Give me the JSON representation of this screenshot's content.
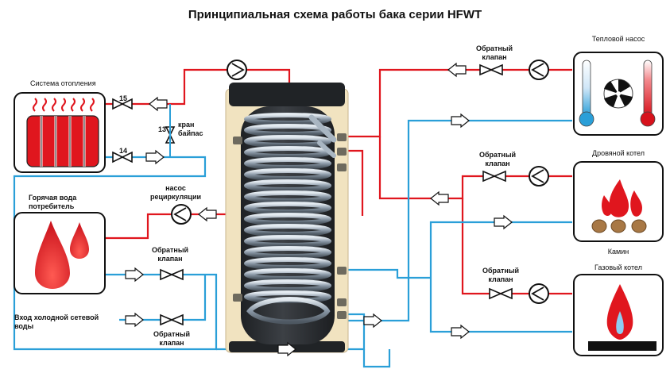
{
  "title": "Принципиальная схема работы бака серии HFWT",
  "devices": {
    "heating_system": "Система отопления",
    "hot_water_consumer": "Горячая вода потребитель",
    "cold_water_inlet": "Вход холодной сетевой воды",
    "heat_pump": "Тепловой насос",
    "wood_boiler": "Дровяной котел",
    "fireplace": "Камин",
    "gas_boiler": "Газовый котел"
  },
  "valves": {
    "valve_15": "15",
    "valve_14": "14",
    "valve_13": "13",
    "bypass_valve": "кран байпас",
    "check_valve": "Обратный клапан"
  },
  "pumps": {
    "recirculation_pump": "насос рециркуляции"
  },
  "colors": {
    "hot_pipe": "#e0161e",
    "cold_pipe": "#2a9fd8",
    "insulation": "#f1e3c0",
    "tank_inner": "#2c2f33",
    "coil": "#9fb0bf"
  }
}
